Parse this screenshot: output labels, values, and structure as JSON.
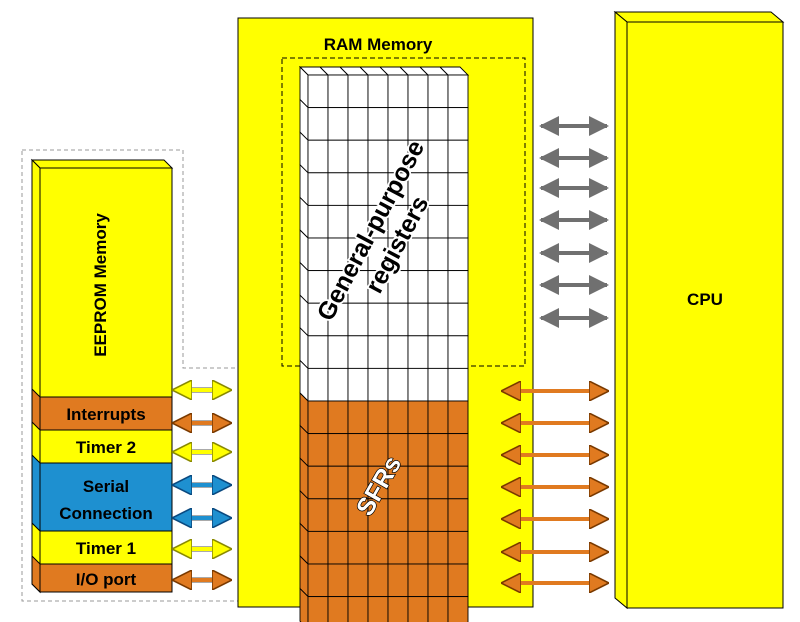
{
  "labels": {
    "ram": "RAM Memory",
    "gpr": [
      "General-purpose",
      "registers"
    ],
    "sfr": "SFRs",
    "cpu": "CPU",
    "eeprom": "EEPROM Memory",
    "interrupts": "Interrupts",
    "timer2": "Timer 2",
    "serial": [
      "Serial",
      "Connection"
    ],
    "timer1": "Timer 1",
    "io": "I/O port"
  },
  "colors": {
    "yellow": "#ffff00",
    "orange": "#e07a20",
    "blue": "#1e90d0",
    "gray_arrow": "#707070",
    "outline": "#000000"
  },
  "grid": {
    "gpr_rows": 10,
    "sfr_rows": 7,
    "columns": 8
  }
}
